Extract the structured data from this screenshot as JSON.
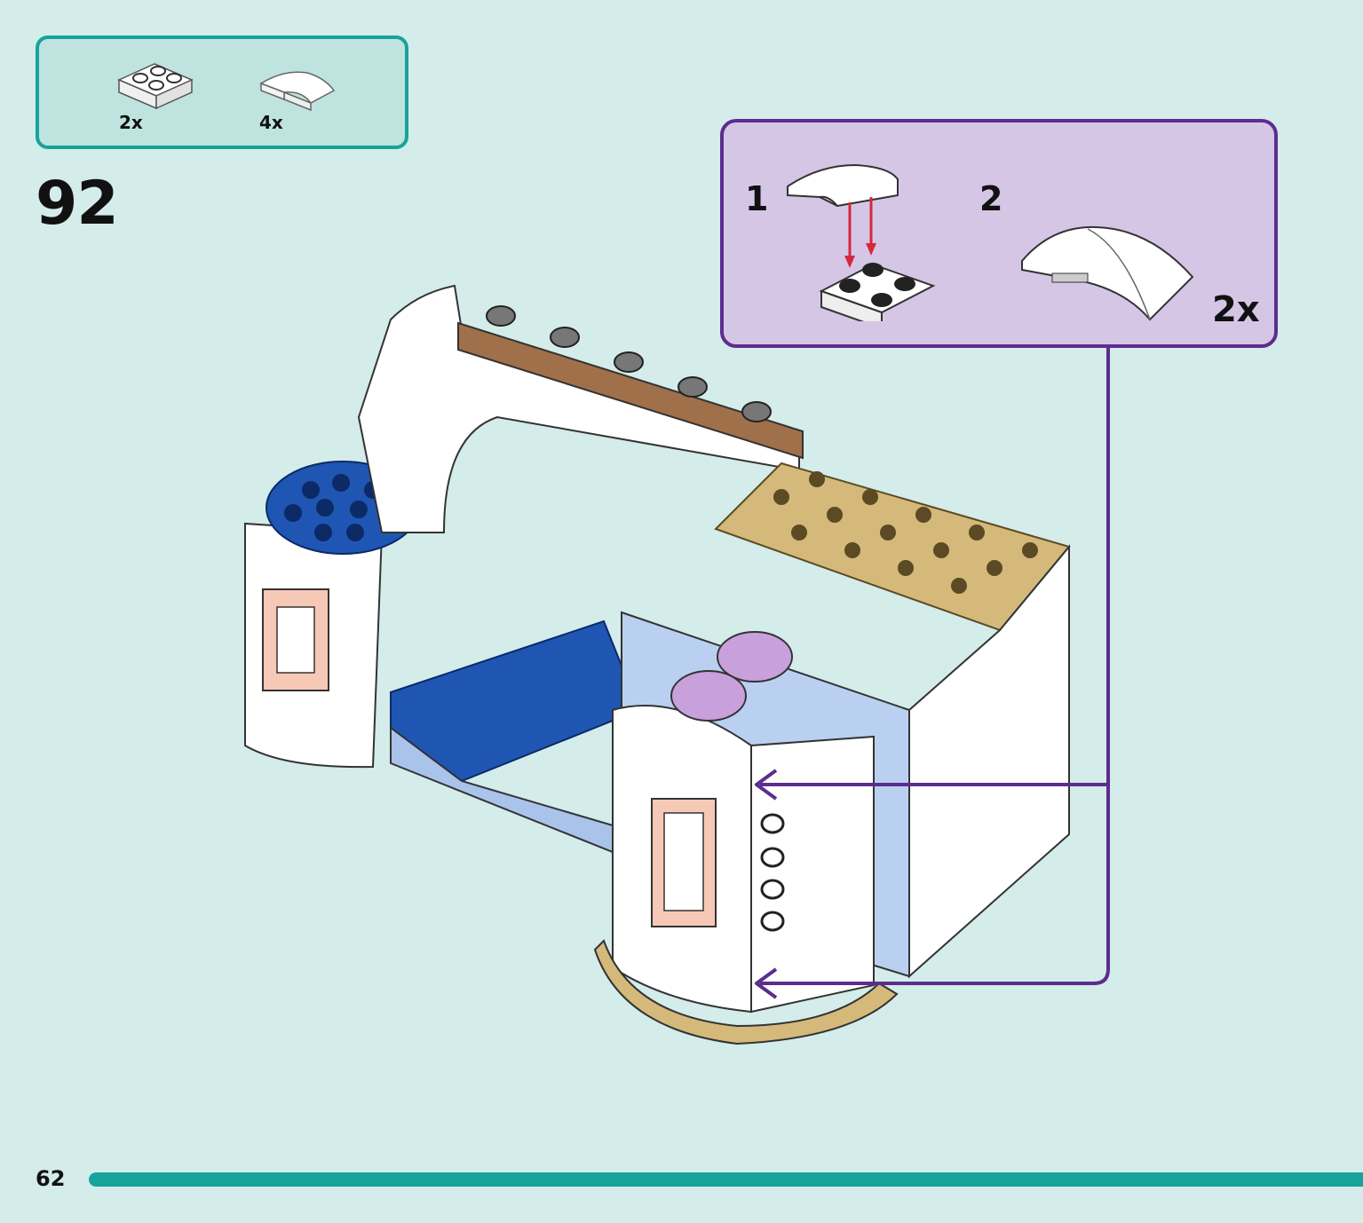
{
  "parts_list": {
    "items": [
      {
        "name": "white 2x2 plate",
        "icon": "plate-2x2-icon",
        "quantity": "2x"
      },
      {
        "name": "white 1x2 curved slope",
        "icon": "curved-slope-icon",
        "quantity": "4x"
      }
    ]
  },
  "step": {
    "number": "92"
  },
  "sub_assembly": {
    "steps": [
      {
        "number": "1"
      },
      {
        "number": "2"
      }
    ],
    "quantity": "2x"
  },
  "colors": {
    "parts_border": "#16a39b",
    "sub_border": "#5c2d8f",
    "background": "#d4ecea",
    "arrow_red": "#d6283c"
  },
  "footer": {
    "page_number": "62",
    "progress": 1.0
  }
}
